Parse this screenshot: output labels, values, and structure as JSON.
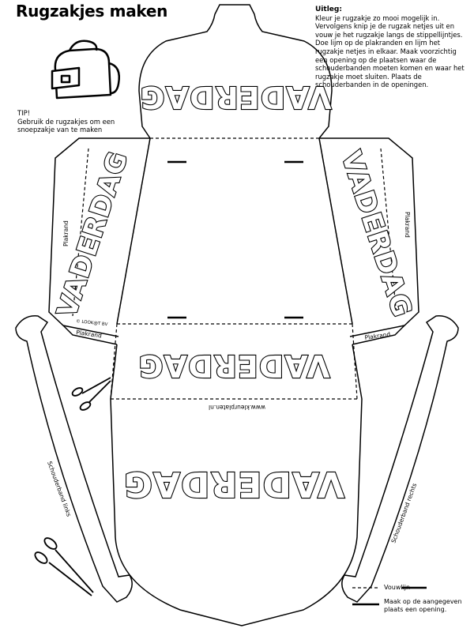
{
  "title": "Rugzakjes maken",
  "instructions": {
    "heading": "Uitleg:",
    "text": "Kleur je rugzakje zo mooi mogelijk in. Vervolgens knip je de rugzak netjes uit en vouw je het rugzakje langs de stippellijntjes. Doe lijm op de plakranden en lijm het rugzakje netjes in elkaar. Maak voorzichtig een opening op de plaatsen waar de schouderbanden moeten komen en waar het rugzakje moet sluiten.  Plaats de schouderbanden in de openingen."
  },
  "tip": {
    "label": "TIP!",
    "text": "Gebruik de rugzakjes om een snoepzakje van te maken"
  },
  "panel_word": "VADERDAG",
  "labels": {
    "plakrand": "Plakrand",
    "copyright": "© LOOK@T BV",
    "website": "www.kleurplaten.nl",
    "strap_left": "Schouderband links",
    "strap_right": "Schouderband rechts"
  },
  "legend": {
    "fold": "Vouwlijn",
    "cut": "Maak op de aangegeven plaats een opening."
  },
  "icons": [
    "backpack-icon",
    "scissors-icon"
  ]
}
